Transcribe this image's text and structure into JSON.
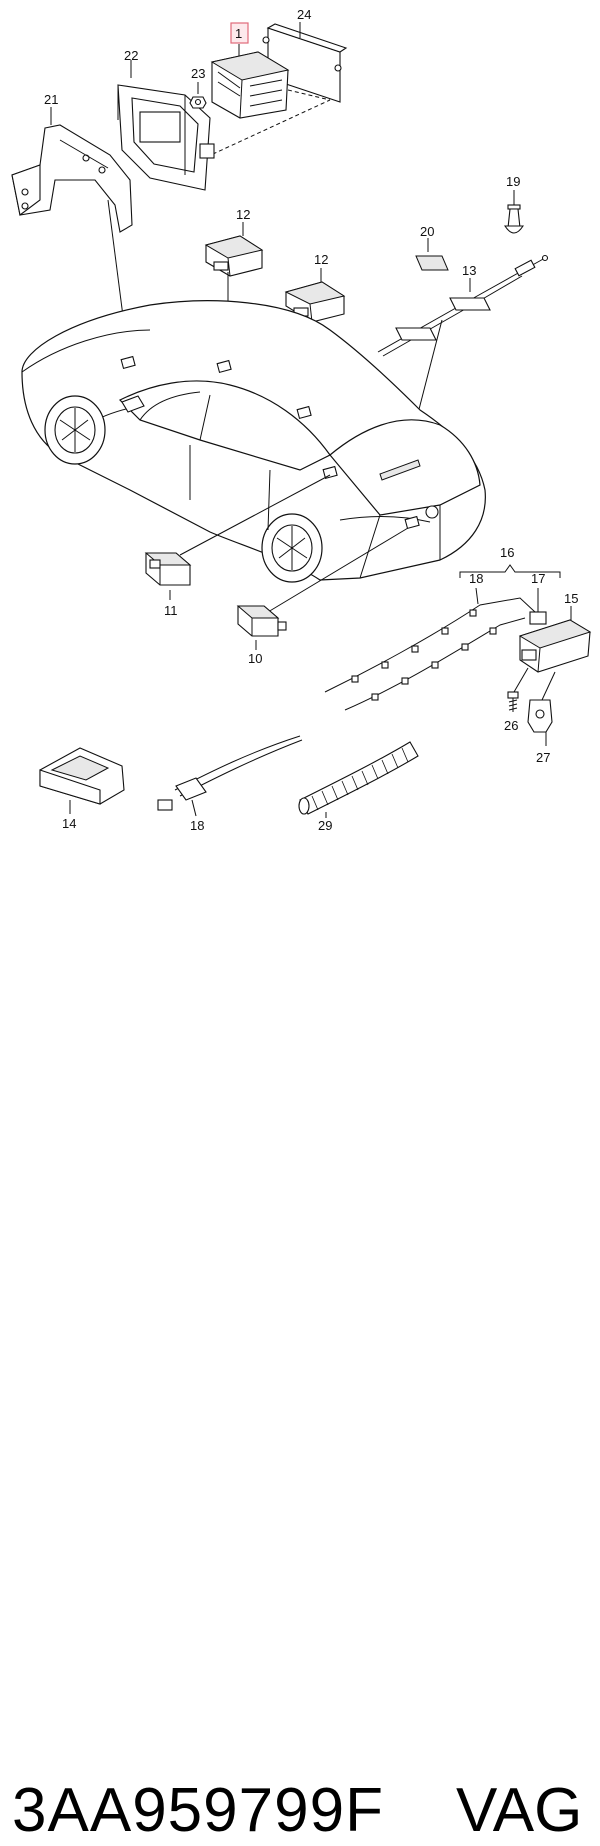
{
  "callouts": {
    "c1": "1",
    "c24": "24",
    "c22": "22",
    "c23": "23",
    "c21": "21",
    "c19": "19",
    "c12a": "12",
    "c12b": "12",
    "c20": "20",
    "c13": "13",
    "c16": "16",
    "c18a": "18",
    "c17": "17",
    "c15": "15",
    "c11": "11",
    "c10": "10",
    "c26": "26",
    "c27": "27",
    "c14": "14",
    "c18b": "18",
    "c29": "29"
  },
  "footer": {
    "part_number": "3AA959799F",
    "brand": "VAG"
  },
  "colors": {
    "highlight_box": "#e06a7a",
    "line": "#111111"
  }
}
